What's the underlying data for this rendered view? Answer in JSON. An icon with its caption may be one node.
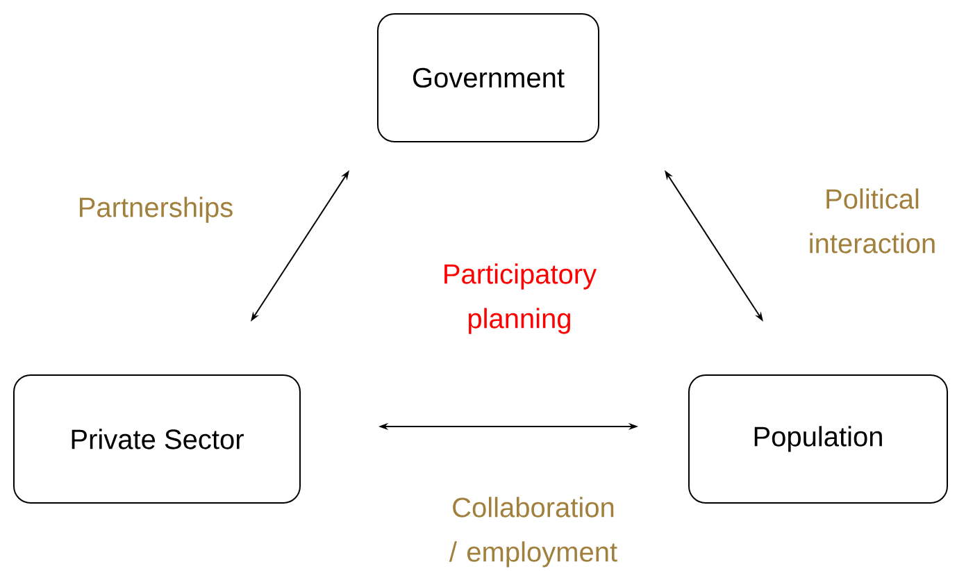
{
  "diagram": {
    "nodes": [
      {
        "text": [
          "Government"
        ]
      },
      {
        "text": [
          "Private Sector"
        ]
      },
      {
        "text": [
          "Population"
        ]
      }
    ],
    "edges": [
      {
        "from": 0,
        "to": 1,
        "arrow": "both",
        "label": "Partnerships"
      },
      {
        "from": 0,
        "to": 2,
        "arrow": "both",
        "label": "Political interaction"
      },
      {
        "from": 1,
        "to": 2,
        "arrow": "both",
        "label": "Collaboration / employment"
      }
    ],
    "labels": [
      "Participatory planning"
    ]
  }
}
